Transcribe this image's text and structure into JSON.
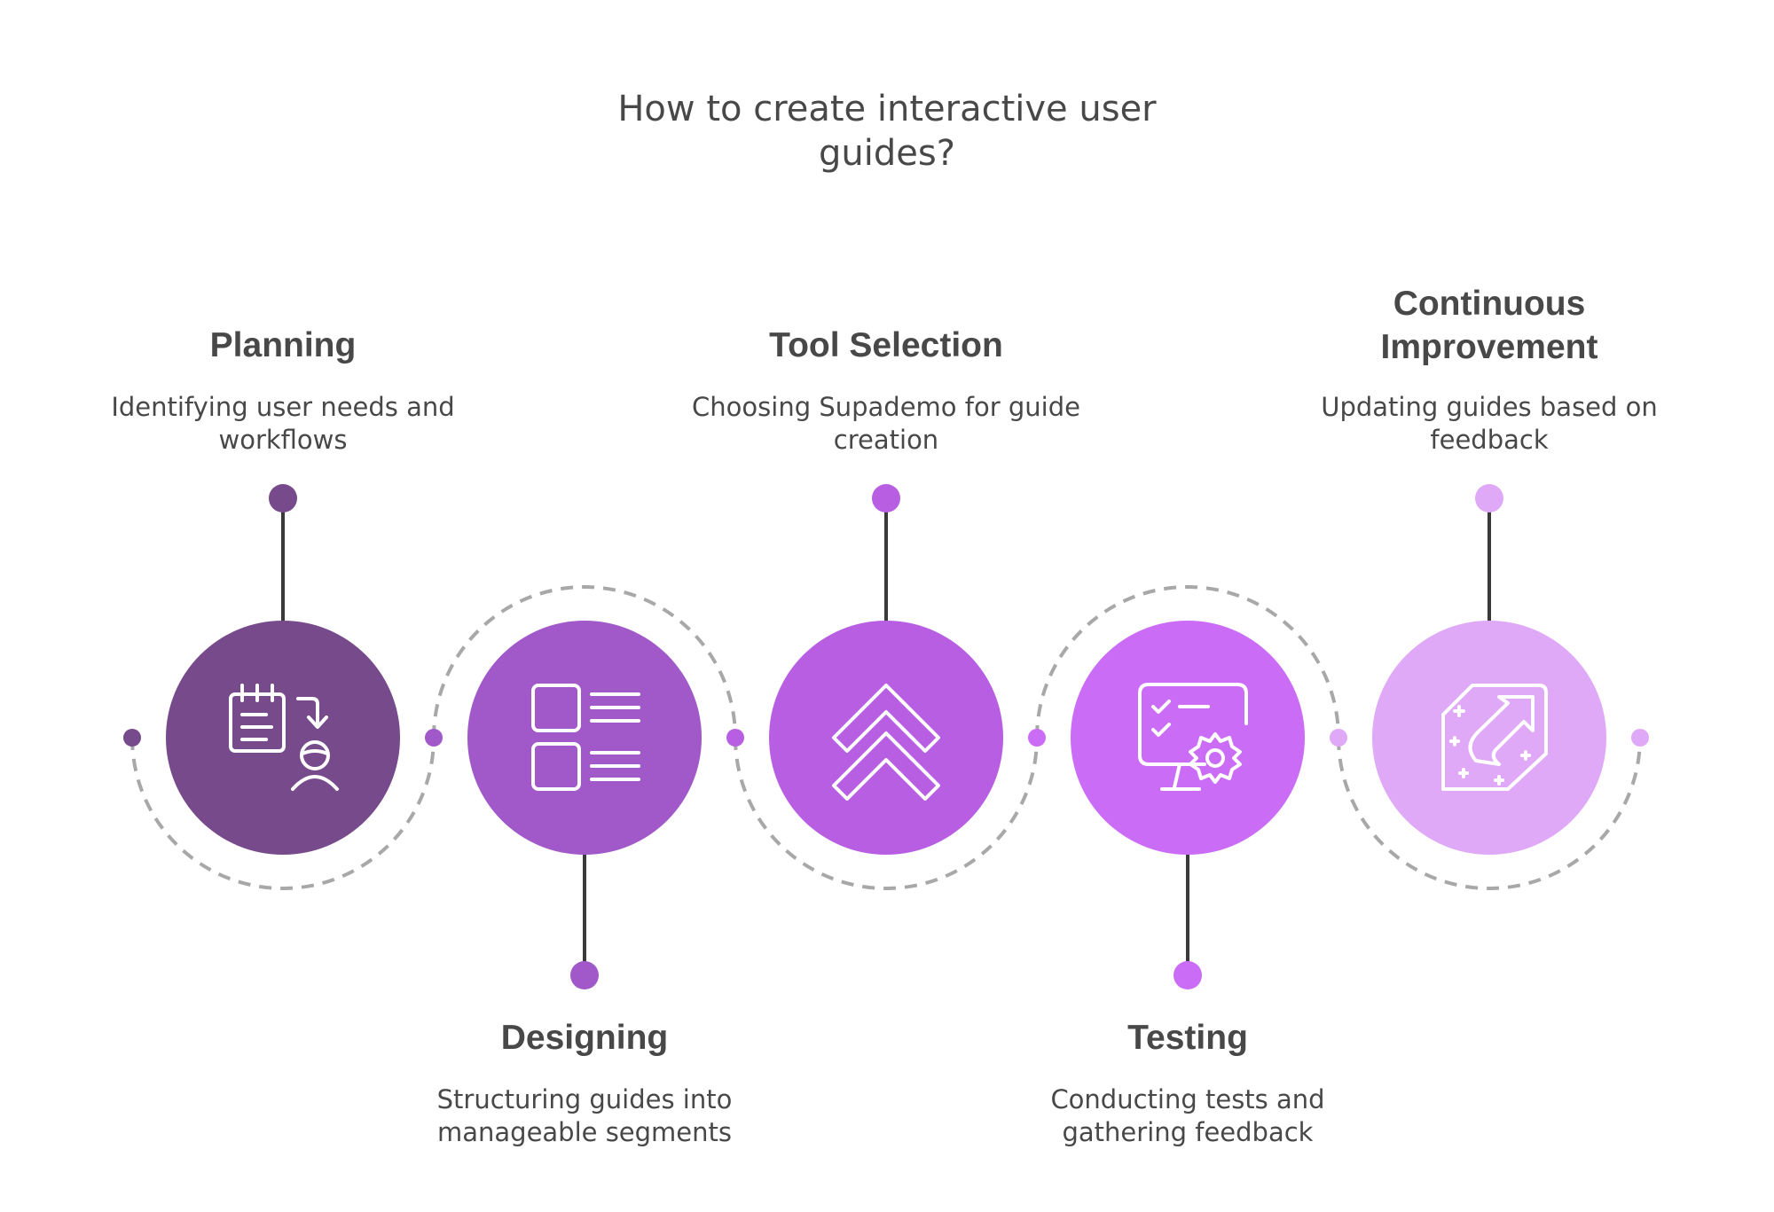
{
  "title": "How to create interactive user guides?",
  "steps": [
    {
      "label": "Planning",
      "description": "Identifying user needs and workflows",
      "color": "#764a8b",
      "icon": "checklist-user-icon",
      "position": "top"
    },
    {
      "label": "Designing",
      "description": "Structuring guides into manageable segments",
      "color": "#a158c9",
      "icon": "layout-list-icon",
      "position": "bottom"
    },
    {
      "label": "Tool Selection",
      "description": "Choosing Supademo for guide creation",
      "color": "#b85ee3",
      "icon": "chevrons-up-icon",
      "position": "top"
    },
    {
      "label": "Testing",
      "description": "Conducting tests and gathering feedback",
      "color": "#cb6cf7",
      "icon": "monitor-gear-icon",
      "position": "bottom"
    },
    {
      "label": "Continuous Improvement",
      "description": "Updating guides based on feedback",
      "color": "#e0a9f8",
      "icon": "document-arrow-icon",
      "position": "top"
    }
  ],
  "colors": {
    "text": "#484848",
    "connector": "#3a3a3a",
    "dashed_arc": "#a8a8a8",
    "icon_stroke": "#ffffff"
  }
}
